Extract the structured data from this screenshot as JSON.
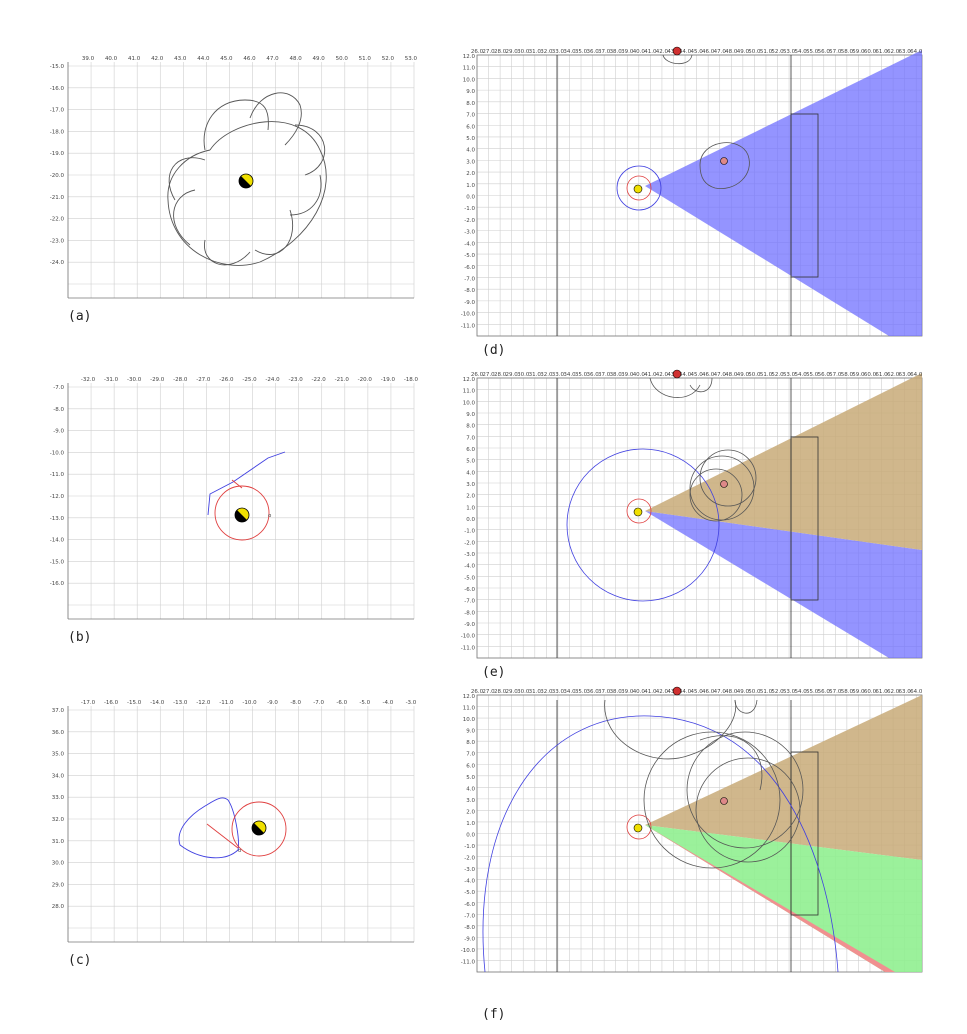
{
  "panels": [
    {
      "caption": "(a)",
      "x_ticks": [
        "39.0",
        "40.0",
        "41.0",
        "42.0",
        "43.0",
        "44.0",
        "45.0",
        "46.0",
        "47.0",
        "48.0",
        "49.0",
        "50.0",
        "51.0",
        "52.0",
        "53.0"
      ],
      "y_ticks": [
        "-15.0",
        "-16.0",
        "-17.0",
        "-18.0",
        "-19.0",
        "-20.0",
        "-21.0",
        "-22.0",
        "-23.0",
        "-24.0"
      ]
    },
    {
      "caption": "(b)",
      "x_ticks": [
        "-32.0",
        "-31.0",
        "-30.0",
        "-29.0",
        "-28.0",
        "-27.0",
        "-26.0",
        "-25.0",
        "-24.0",
        "-23.0",
        "-22.0",
        "-21.0",
        "-20.0",
        "-19.0",
        "-18.0"
      ],
      "y_ticks": [
        "-7.0",
        "-8.0",
        "-9.0",
        "-10.0",
        "-11.0",
        "-12.0",
        "-13.0",
        "-14.0",
        "-15.0",
        "-16.0"
      ]
    },
    {
      "caption": "(c)",
      "x_ticks": [
        "-17.0",
        "-16.0",
        "-15.0",
        "-14.0",
        "-13.0",
        "-12.0",
        "-11.0",
        "-10.0",
        "-9.0",
        "-8.0",
        "-7.0",
        "-6.0",
        "-5.0",
        "-4.0",
        "-3.0"
      ],
      "y_ticks": [
        "37.0",
        "36.0",
        "35.0",
        "34.0",
        "33.0",
        "32.0",
        "31.0",
        "30.0",
        "29.0",
        "28.0"
      ]
    },
    {
      "caption": "(d)"
    },
    {
      "caption": "(e)"
    },
    {
      "caption": "(f)"
    }
  ],
  "field": {
    "x_ticks": [
      "26.0",
      "27.0",
      "28.0",
      "29.0",
      "30.0",
      "31.0",
      "32.0",
      "33.0",
      "34.0",
      "35.0",
      "36.0",
      "37.0",
      "38.0",
      "39.0",
      "40.0",
      "41.0",
      "42.0",
      "43.0",
      "44.0",
      "45.0",
      "46.0",
      "47.0",
      "48.0",
      "49.0",
      "50.0",
      "51.0",
      "52.0",
      "53.0",
      "54.0",
      "55.0",
      "56.0",
      "57.0",
      "58.0",
      "59.0",
      "60.0",
      "61.0",
      "62.0",
      "63.0",
      "64.0"
    ],
    "y_ticks": [
      "12.0",
      "11.0",
      "10.0",
      "9.0",
      "8.0",
      "7.0",
      "6.0",
      "5.0",
      "4.0",
      "3.0",
      "2.0",
      "1.0",
      "0.0",
      "-1.0",
      "-2.0",
      "-3.0",
      "-4.0",
      "-5.0",
      "-6.0",
      "-7.0",
      "-8.0",
      "-9.0",
      "-10.0",
      "-11.0"
    ]
  },
  "colors": {
    "robot_yellow": "#f0e000",
    "blue_region": "#7070ff",
    "tan_region": "#c8aa78",
    "green_region": "#90f090",
    "red_region": "#f09090",
    "trajectory_gray": "#555555",
    "circle_red": "#e04040",
    "circle_blue": "#4040e0"
  }
}
